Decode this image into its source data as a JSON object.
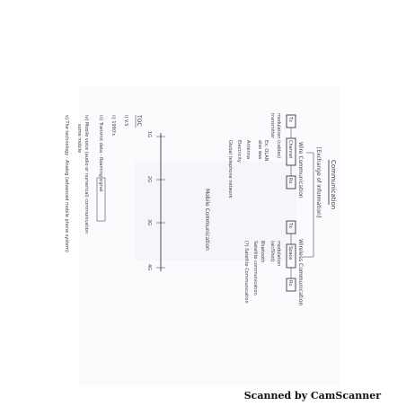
{
  "page": {
    "heading": "Communication",
    "subheading": "[Exchange of information]",
    "wired": {
      "title": "Wire Communication",
      "tx": "Tx",
      "channel": "Channel",
      "rx": "Rx",
      "tx_side": [
        "modulation",
        "transmitter"
      ],
      "channel_note": "(cables)",
      "examples": [
        "Ex: OLAN",
        "also was"
      ],
      "notes": [
        "Antenna",
        "Electricity",
        "Global telephone network"
      ]
    },
    "wireless": {
      "title": "Wireless Communication",
      "tx": "Tx",
      "channel": "Space",
      "rx": "Rx",
      "notes": [
        "modulation",
        "(air/Shot)",
        "Bluetooth",
        "Satellite communication",
        "(?) Satellite Communication"
      ]
    },
    "mobile": {
      "title": "Mobile Communication",
      "generations": [
        "1G",
        "2G",
        "3G",
        "4G"
      ]
    },
    "list": {
      "title": "TOC",
      "items": [
        "i) V.S",
        "ii) 1990's",
        "iii) Transmit data - Roaming signal",
        "iv) Mobile voice (audio or numerical) communication",
        "some mobile",
        "v) The technology - Analog (advanced mobile phone system)"
      ]
    },
    "watermark": "Scanned by CamScanner"
  }
}
